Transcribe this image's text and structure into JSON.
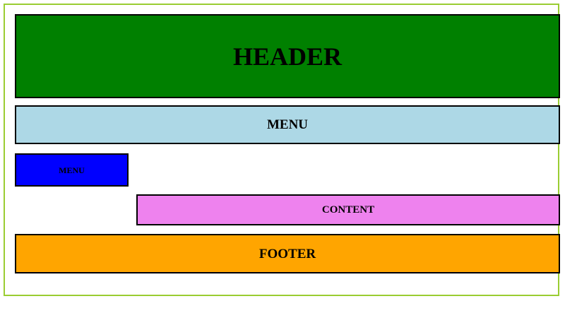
{
  "page": {
    "background_color": "#FFFFFF",
    "frame_border_color": "#9ACD32",
    "box_border_color": "#000000",
    "label_color": "#000000"
  },
  "sections": {
    "header": {
      "label": "HEADER",
      "background": "#008000"
    },
    "menu_bar": {
      "label": "MENU",
      "background": "#ADD8E6"
    },
    "menu_box": {
      "label": "MENU",
      "background": "#0000FF"
    },
    "content": {
      "label": "CONTENT",
      "background": "#EE82EE"
    },
    "footer": {
      "label": "FOOTER",
      "background": "#FFA500"
    }
  }
}
